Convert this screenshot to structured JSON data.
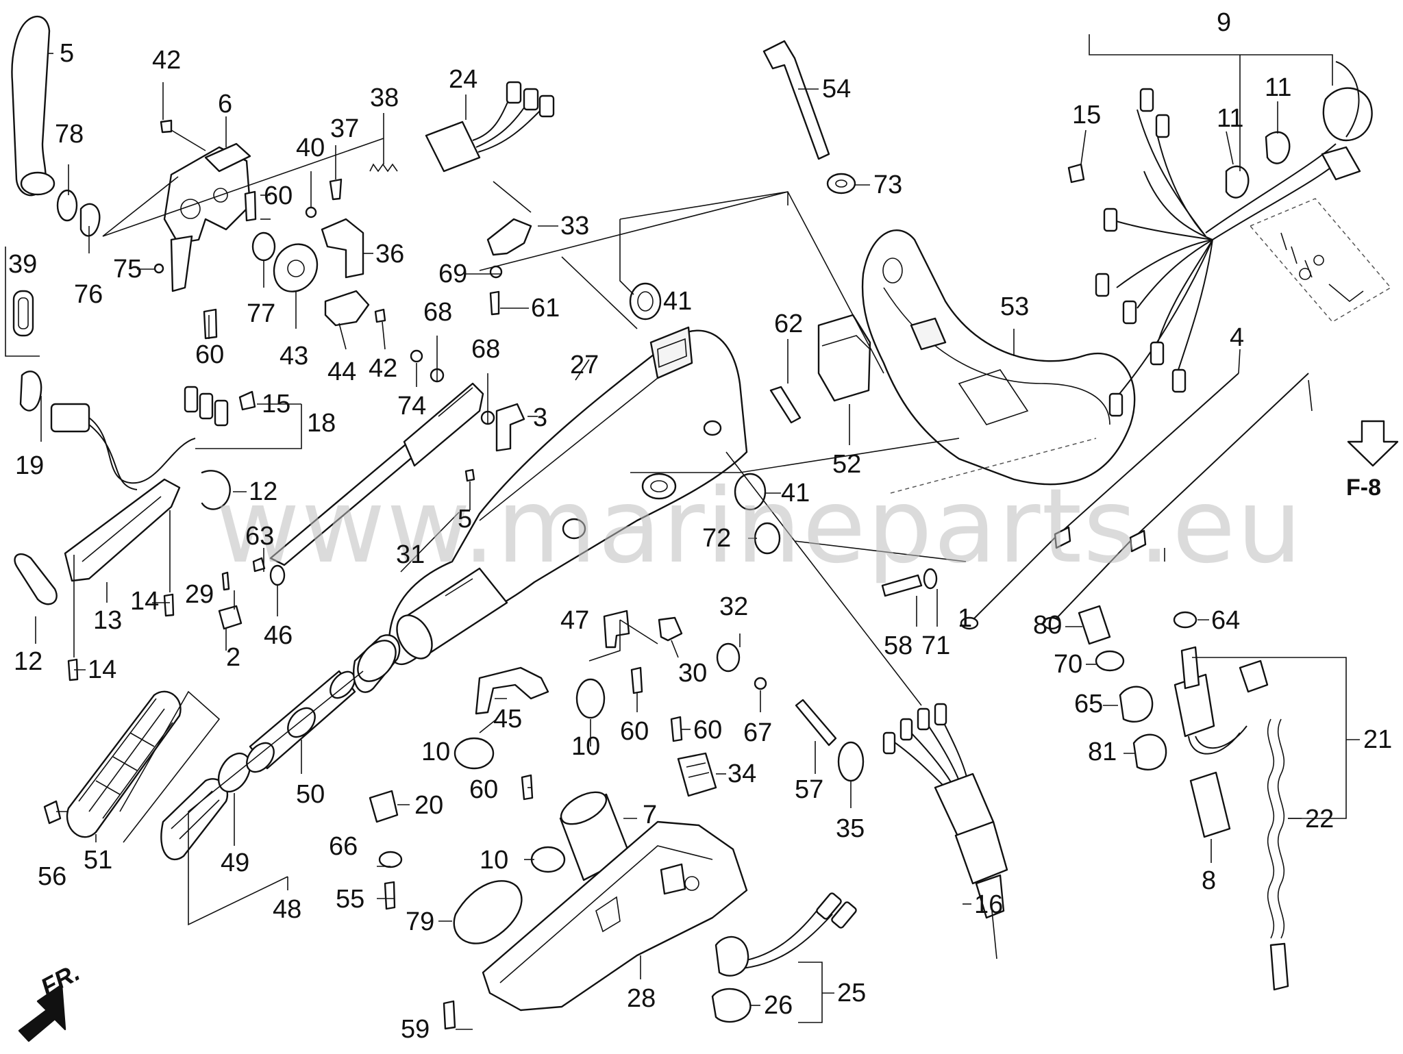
{
  "watermark": "www.marineparts.eu",
  "page_reference": "F-8",
  "front_marker": "FR.",
  "callouts": [
    "1",
    "2",
    "3",
    "4",
    "5",
    "5",
    "6",
    "7",
    "8",
    "9",
    "10",
    "10",
    "10",
    "11",
    "11",
    "12",
    "12",
    "13",
    "14",
    "14",
    "15",
    "15",
    "16",
    "18",
    "19",
    "20",
    "21",
    "22",
    "24",
    "25",
    "26",
    "27",
    "28",
    "29",
    "30",
    "31",
    "32",
    "33",
    "34",
    "35",
    "36",
    "37",
    "38",
    "39",
    "40",
    "41",
    "41",
    "42",
    "42",
    "43",
    "44",
    "45",
    "46",
    "47",
    "48",
    "49",
    "50",
    "51",
    "52",
    "53",
    "54",
    "55",
    "56",
    "57",
    "58",
    "59",
    "60",
    "60",
    "60",
    "60",
    "60",
    "61",
    "62",
    "63",
    "64",
    "65",
    "66",
    "67",
    "68",
    "68",
    "69",
    "70",
    "71",
    "72",
    "73",
    "74",
    "75",
    "76",
    "77",
    "78",
    "79",
    "80",
    "81"
  ],
  "colors": {
    "line": "#111111",
    "watermark": "#bdbdbd",
    "background": "#ffffff"
  }
}
